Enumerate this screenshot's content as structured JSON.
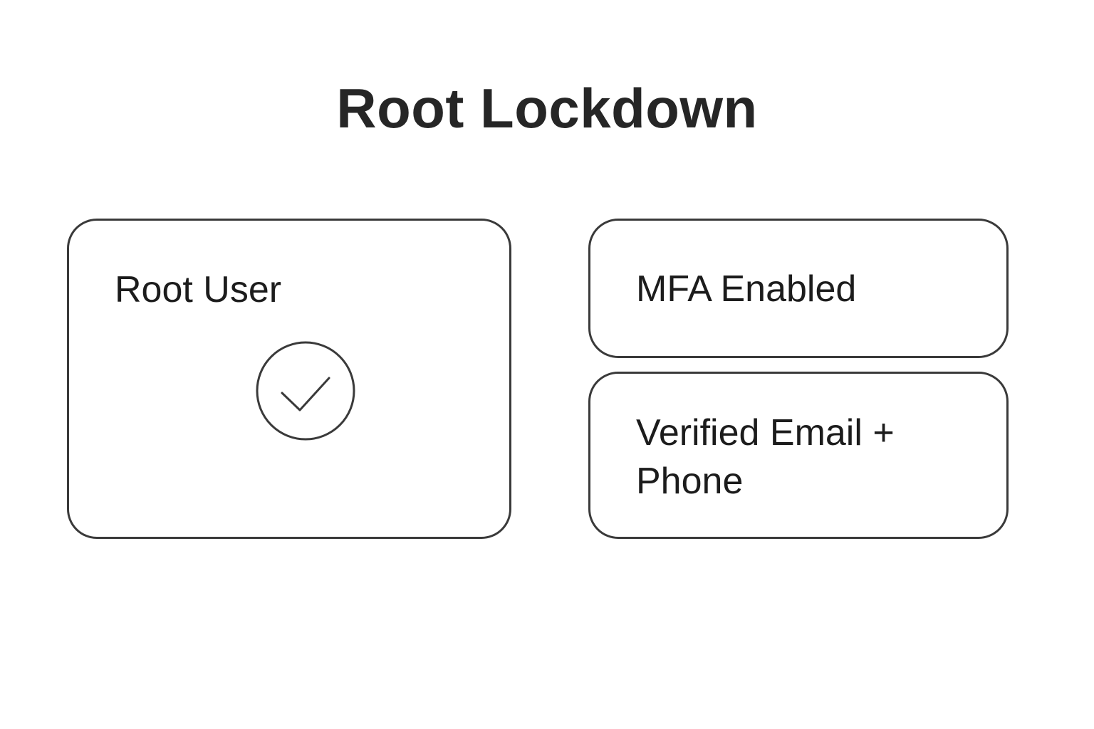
{
  "title": "Root Lockdown",
  "cards": {
    "root_user": {
      "label": "Root User",
      "icon": "check-circle-icon"
    },
    "mfa": {
      "label": "MFA Enabled"
    },
    "verified": {
      "label": "Verified Email + Phone"
    }
  },
  "colors": {
    "border": "#3a3a3a",
    "text": "#222222",
    "background": "#ffffff"
  }
}
